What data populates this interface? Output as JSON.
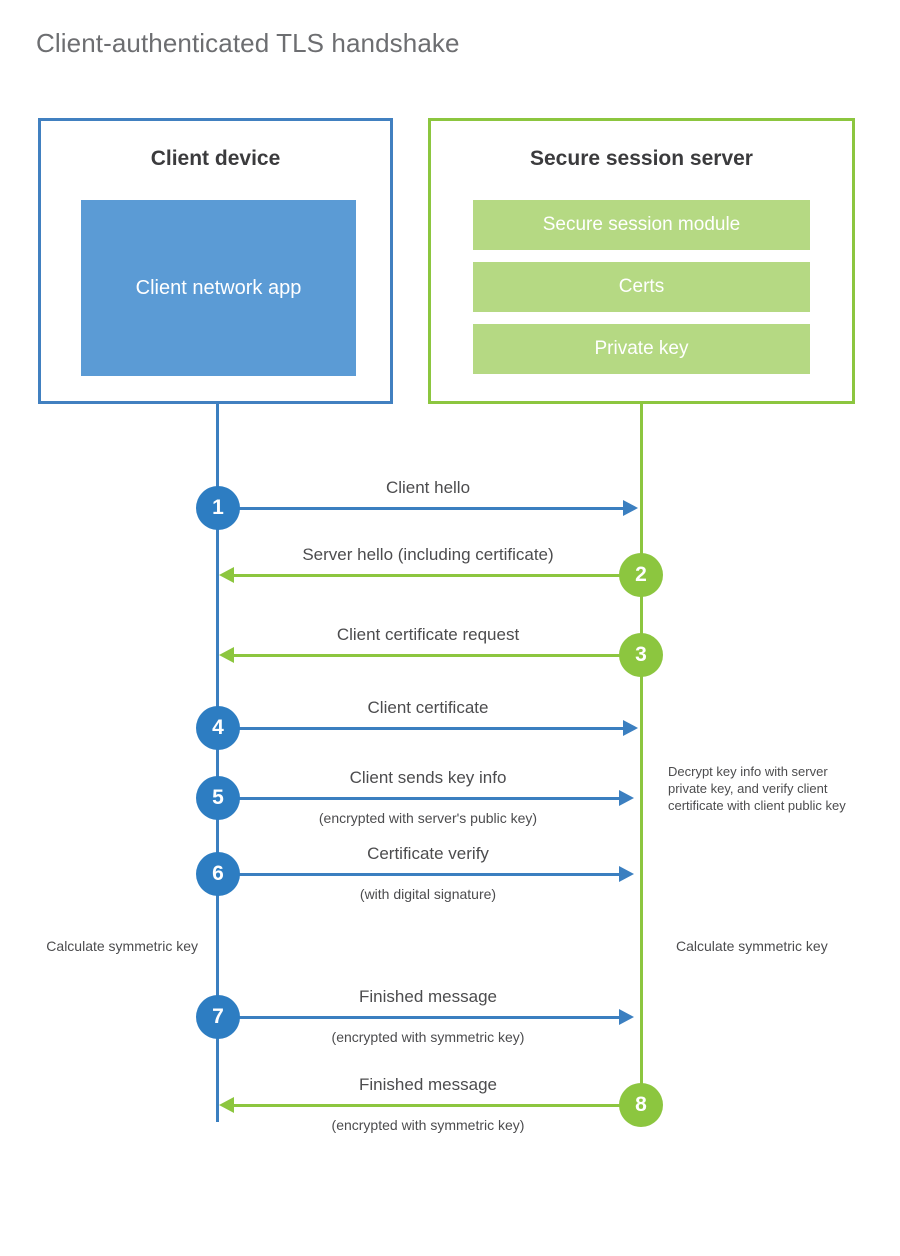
{
  "title": "Client-authenticated TLS handshake",
  "colors": {
    "client_blue": "#3b7fc0",
    "client_app_fill": "#5b9bd5",
    "step_blue": "#2d7dc2",
    "server_green": "#8cc63f",
    "server_bar_fill": "#b5d983",
    "text_gray": "#4c4c4e",
    "title_gray": "#6d6e71"
  },
  "client": {
    "title": "Client device",
    "app_label": "Client network app"
  },
  "server": {
    "title": "Secure session server",
    "components": [
      "Secure session module",
      "Certs",
      "Private key"
    ]
  },
  "messages": [
    {
      "step": "1",
      "label": "Client hello",
      "sublabel": "",
      "direction": "to-server"
    },
    {
      "step": "2",
      "label": "Server hello (including certificate)",
      "sublabel": "",
      "direction": "to-client"
    },
    {
      "step": "3",
      "label": "Client certificate request",
      "sublabel": "",
      "direction": "to-client"
    },
    {
      "step": "4",
      "label": "Client certificate",
      "sublabel": "",
      "direction": "to-server"
    },
    {
      "step": "5",
      "label": "Client sends key info",
      "sublabel": "(encrypted with server's public key)",
      "direction": "to-server"
    },
    {
      "step": "6",
      "label": "Certificate verify",
      "sublabel": "(with digital signature)",
      "direction": "to-server"
    },
    {
      "step": "7",
      "label": "Finished message",
      "sublabel": "(encrypted with symmetric key)",
      "direction": "to-server"
    },
    {
      "step": "8",
      "label": "Finished message",
      "sublabel": "(encrypted with symmetric key)",
      "direction": "to-client"
    }
  ],
  "notes": {
    "decrypt": "Decrypt key info with server private key, and verify client certificate with client public key",
    "calculate_left": "Calculate symmetric key",
    "calculate_right": "Calculate symmetric key"
  }
}
